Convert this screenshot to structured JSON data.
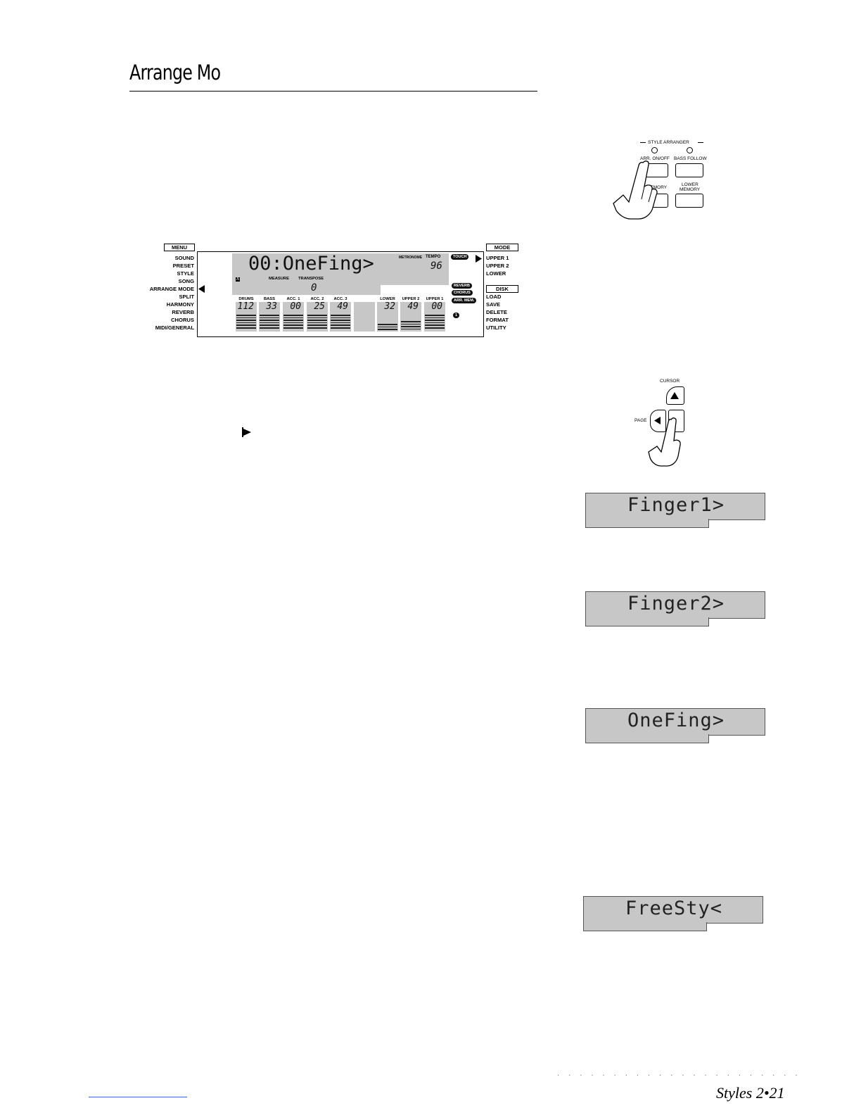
{
  "heading": "Arrange Mo",
  "arranger_panel": {
    "section_title": "STYLE ARRANGER",
    "arr_on_off": "ARR. ON/OFF",
    "bass_follow": "BASS FOLLOW",
    "memory": "MEMORY",
    "lower_memory_line1": "LOWER",
    "lower_memory_line2": "MEMORY"
  },
  "display": {
    "menu_title": "MENU",
    "menu_items": [
      "SOUND",
      "PRESET",
      "STYLE",
      "SONG",
      "ARRANGE MODE",
      "SPLIT",
      "HARMONY",
      "REVERB",
      "CHORUS",
      "MIDI/GENERAL"
    ],
    "mode_title": "MODE",
    "mode_items": [
      "UPPER 1",
      "UPPER 2",
      "LOWER"
    ],
    "disk_title": "DISK",
    "disk_items": [
      "LOAD",
      "SAVE",
      "DELETE",
      "FORMAT",
      "UTILITY"
    ],
    "main_text": "00:OneFing>",
    "metronome": "METRONOME",
    "tempo_label": "TEMPO",
    "tempo_value": "96",
    "a_marker": "A",
    "measure_label": "MEASURE",
    "transpose_label": "TRANSPOSE",
    "transpose_value": "0",
    "touch": "TOUCH",
    "reverb": "REVERB",
    "chorus": "CHORUS",
    "arr_mem": "ARR. MEM.",
    "bank_number": "1",
    "channels": [
      {
        "name": "DRUMS",
        "value": "112"
      },
      {
        "name": "BASS",
        "value": "33"
      },
      {
        "name": "ACC. 1",
        "value": "00"
      },
      {
        "name": "ACC. 2",
        "value": "25"
      },
      {
        "name": "ACC. 3",
        "value": "49"
      },
      {
        "name": "",
        "value": ""
      },
      {
        "name": "LOWER",
        "value": "32"
      },
      {
        "name": "UPPER 2",
        "value": "49"
      },
      {
        "name": "UPPER 1",
        "value": "00"
      }
    ]
  },
  "cursor_panel": {
    "cursor_label": "CURSOR",
    "page_label": "PAGE"
  },
  "lcd_screens": [
    "Finger1>",
    "Finger2>",
    "OneFing>",
    "FreeSty<"
  ],
  "footer": {
    "page_ref": "Styles   2•21"
  }
}
